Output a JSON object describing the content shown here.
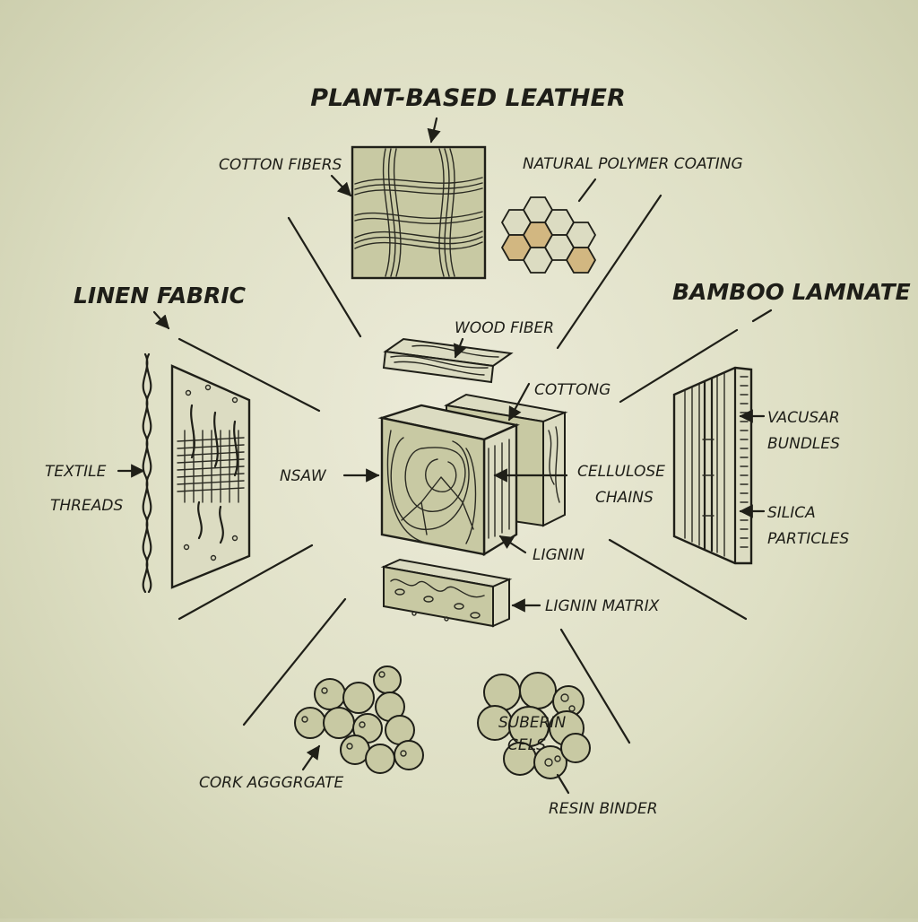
{
  "diagram": {
    "title": "PLANT-BASED LEATHER",
    "labels": {
      "cotton_fibers": "COTTON FIBERS",
      "natural_polymer_coating": "NATURAL POLYMER COATING",
      "linen_fabric": "LINEN FABRIC",
      "bamboo_laminate": "BAMBOO LAMNATE",
      "wood_fiber": "WOOD FIBER",
      "cottong": "COTTONG",
      "nsaw": "NSAW",
      "cellulose_line1": "CELLULOSE",
      "cellulose_line2": "CHAINS",
      "textile_line1": "TEXTILE",
      "textile_line2": "THREADS",
      "vascular_line1": "VACUSAR",
      "vascular_line2": "BUNDLES",
      "silica_line1": "SILICA",
      "silica_line2": "PARTICLES",
      "lignin": "LIGNIN",
      "lignin_matrix": "LIGNIN MATRIX",
      "suberin_line1": "SUBERIN",
      "suberin_line2": "CELS",
      "cork_aggregate": "CORK AGGGRGATE",
      "resin_binder": "RESIN BINDER"
    },
    "colors": {
      "ink": "#1f1f18",
      "panel_green": "#c8c9a3",
      "panel_light": "#dcdcc2",
      "hex_tan": "#d2b781",
      "background": "#dedfc4"
    }
  }
}
